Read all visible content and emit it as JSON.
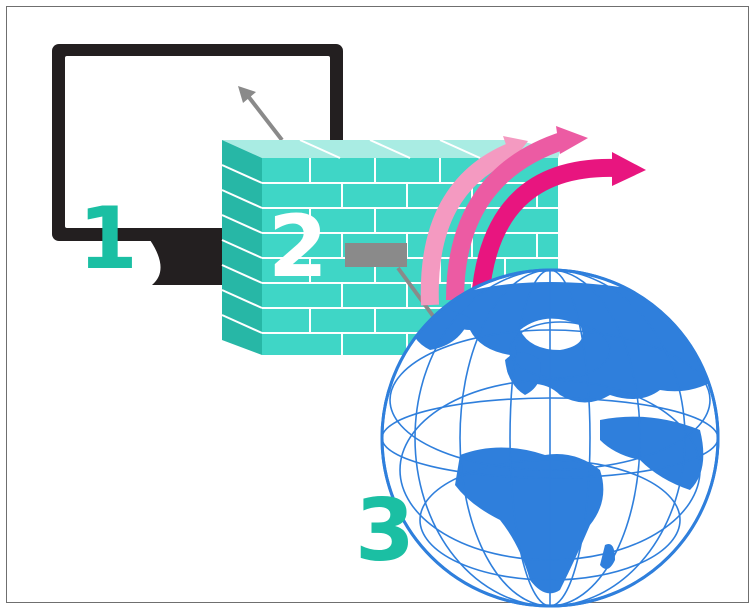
{
  "steps": [
    {
      "number": "1",
      "color": "#1bbfa3"
    },
    {
      "number": "2",
      "color": "#ffffff"
    },
    {
      "number": "3",
      "color": "#1bbfa3"
    }
  ],
  "colors": {
    "monitor": "#231f20",
    "brick": "#3fd6c6",
    "brick_top": "#a9ece3",
    "brick_dark": "#27b7a6",
    "globe": "#2f7fdc",
    "land": "#2f7fdc",
    "arrow_pink_light": "#f49ac1",
    "arrow_pink": "#ec5ba3",
    "arrow_magenta": "#e8157f",
    "gray_arrow": "#8a8a8a"
  },
  "icons": [
    "monitor-icon",
    "firewall-brick-wall-icon",
    "globe-icon",
    "curved-arrow-icon"
  ]
}
